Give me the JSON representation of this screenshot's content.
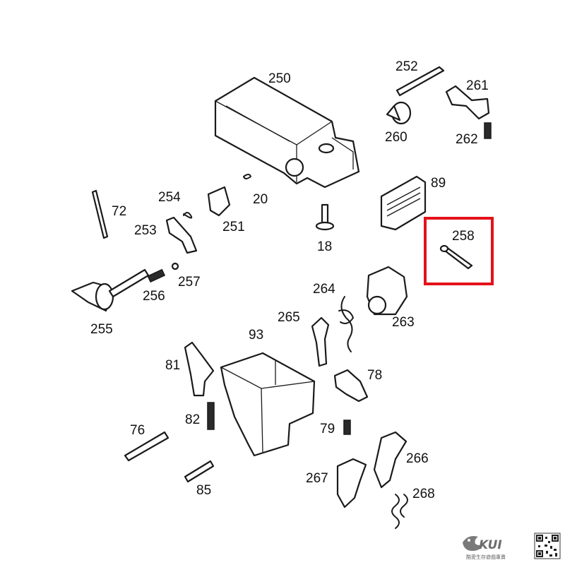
{
  "labels": {
    "p250": "250",
    "p252": "252",
    "p261": "261",
    "p260": "260",
    "p262": "262",
    "p89": "89",
    "p20": "20",
    "p254": "254",
    "p72": "72",
    "p253": "253",
    "p251": "251",
    "p18": "18",
    "p258": "258",
    "p255": "255",
    "p256": "256",
    "p257": "257",
    "p264": "264",
    "p265": "265",
    "p263": "263",
    "p93": "93",
    "p81": "81",
    "p78": "78",
    "p82": "82",
    "p76": "76",
    "p79": "79",
    "p266": "266",
    "p85": "85",
    "p267": "267",
    "p268": "268"
  },
  "highlight": {
    "part": "258",
    "color": "#e3121b"
  },
  "logo": {
    "text": "KUI",
    "subtitle": "酷愛生存遊戲專賣",
    "icon": "kui-dragon-icon"
  },
  "qr": {
    "icon": "qr-code-icon"
  }
}
